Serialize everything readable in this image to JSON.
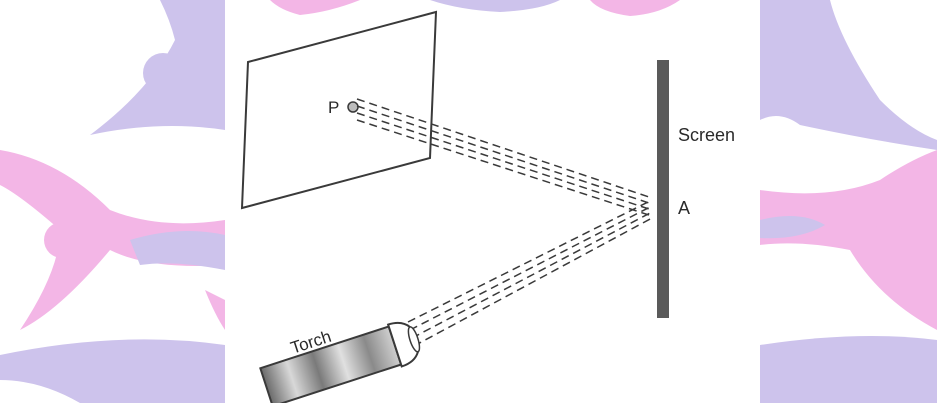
{
  "labels": {
    "point_p": "P",
    "screen": "Screen",
    "point_a": "A",
    "torch": "Torch"
  },
  "colors": {
    "line": "#3a3a3a",
    "screen_bar": "#5a5a5a",
    "watermark_pink": "#f3b6e6",
    "watermark_purple": "#cdc3ec",
    "background": "#ffffff"
  }
}
